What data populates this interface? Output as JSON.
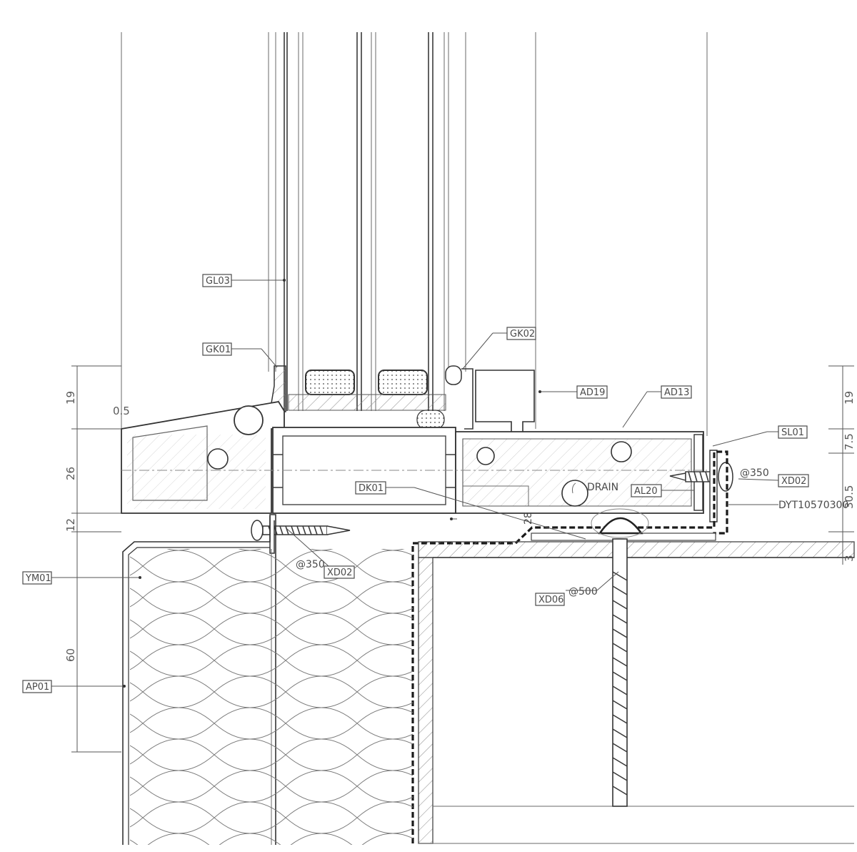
{
  "tags": {
    "gl03": "GL03",
    "gk01": "GK01",
    "gk02": "GK02",
    "ad19": "AD19",
    "ad13": "AD13",
    "sl01": "SL01",
    "xd02_right": "XD02",
    "xd02_left": "XD02",
    "dk01": "DK01",
    "al20": "AL20",
    "ym01": "YM01",
    "ap01": "AP01",
    "xd06": "XD06"
  },
  "labels": {
    "drain": "DRAIN",
    "spacing_right": "@350",
    "spacing_left": "@350",
    "spacing_xd06": "@500",
    "dyt": "DYT10570300",
    "dim_28": "28"
  },
  "dimensions_left": {
    "d19": "19",
    "d05": "0.5",
    "d26": "26",
    "d12": "12",
    "d60": "60"
  },
  "dimensions_right": {
    "d19": "19",
    "d75": "7.5",
    "d305": "30.5",
    "d3": "3"
  }
}
